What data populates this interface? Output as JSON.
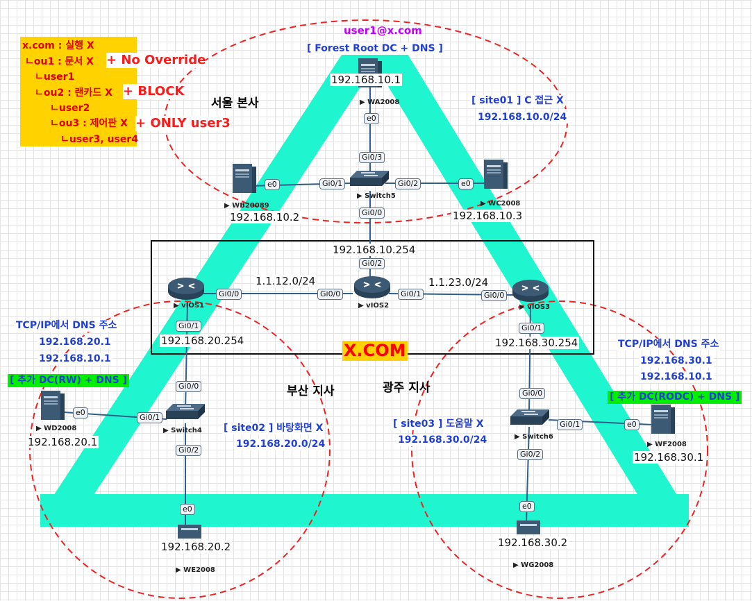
{
  "policy": {
    "lines": [
      "x.com : 실행 X",
      "ㄴou1 : 문서 X",
      "ㄴuser1",
      "ㄴou2 : 랜카드 X",
      "ㄴuser2",
      "ㄴou3 : 제어판 X",
      "ㄴuser3, user4"
    ],
    "notes": [
      "+ No Override",
      "+ BLOCK",
      "+ ONLY user3"
    ]
  },
  "domain_label": "X.COM",
  "sites": {
    "seoul": {
      "name": "서울 본사",
      "info": "[ site01 ] C 접근 X",
      "subnet": "192.168.10.0/24"
    },
    "busan": {
      "name": "부산 지사",
      "info": "[ site02 ] 바탕화면 X",
      "subnet": "192.168.20.0/24"
    },
    "gwangju": {
      "name": "광주 지사",
      "info": "[ site03 ] 도움말 X",
      "subnet": "192.168.30.0/24"
    }
  },
  "root": {
    "user": "user1@x.com",
    "role": "[ Forest Root DC + DNS ]"
  },
  "devices": {
    "WA2008": {
      "name": "WA2008",
      "ip": "192.168.10.1"
    },
    "WB2008": {
      "name": "WB20089",
      "ip": "192.168.10.2"
    },
    "WC2008": {
      "name": "WC2008",
      "ip": "192.168.10.3"
    },
    "Switch5": {
      "name": "Switch5"
    },
    "vIOS1": {
      "name": "vIOS1",
      "ip": "192.168.20.254"
    },
    "vIOS2": {
      "name": "vIOS2",
      "ip": "192.168.10.254"
    },
    "vIOS3": {
      "name": "vIOS3",
      "ip": "192.168.30.254"
    },
    "Switch4": {
      "name": "Switch4"
    },
    "Switch6": {
      "name": "Switch6"
    },
    "WD2008": {
      "name": "WD2008",
      "ip": "192.168.20.1"
    },
    "WE2008": {
      "name": "WE2008",
      "ip": "192.168.20.2"
    },
    "WF2008": {
      "name": "WF2008",
      "ip": "192.168.30.1"
    },
    "WG2008": {
      "name": "WG2008",
      "ip": "192.168.30.2"
    }
  },
  "links": {
    "r1_r2": "1.1.12.0/24",
    "r2_r3": "1.1.23.0/24"
  },
  "ports": {
    "wa_e0": "e0",
    "sw5_up": "Gi0/3",
    "sw5_left": "Gi0/1",
    "sw5_right": "Gi0/2",
    "wb_e0": "e0",
    "wc_e0": "e0",
    "sw5_down": "Gi0/0",
    "r2_up": "Gi0/2",
    "r1_right": "Gi0/0",
    "r2_left": "Gi0/0",
    "r2_right": "Gi0/1",
    "r3_left": "Gi0/0",
    "r1_down": "Gi0/1",
    "sw4_up": "Gi0/0",
    "sw4_left": "Gi0/1",
    "wd_e0": "e0",
    "sw4_down": "Gi0/2",
    "we_e0": "e0",
    "r3_down": "Gi0/1",
    "sw6_up": "Gi0/0",
    "sw6_right": "Gi0/1",
    "wf_e0": "e0",
    "sw6_down": "Gi0/2",
    "wg_e0": "e0"
  },
  "dns_left": {
    "title": "TCP/IP에서 DNS 주소",
    "ip1": "192.168.20.1",
    "ip2": "192.168.10.1",
    "role": "[ 추가 DC(RW) + DNS ]"
  },
  "dns_right": {
    "title": "TCP/IP에서 DNS 주소",
    "ip1": "192.168.30.1",
    "ip2": "192.168.10.1",
    "role": "[ 추가 DC(RODC) + DNS ]"
  },
  "colors": {
    "triangle": "#1ff5cf",
    "ellipse": "#ee2222",
    "icon": "#3d5a74",
    "policy_bg": "#ffd200"
  }
}
